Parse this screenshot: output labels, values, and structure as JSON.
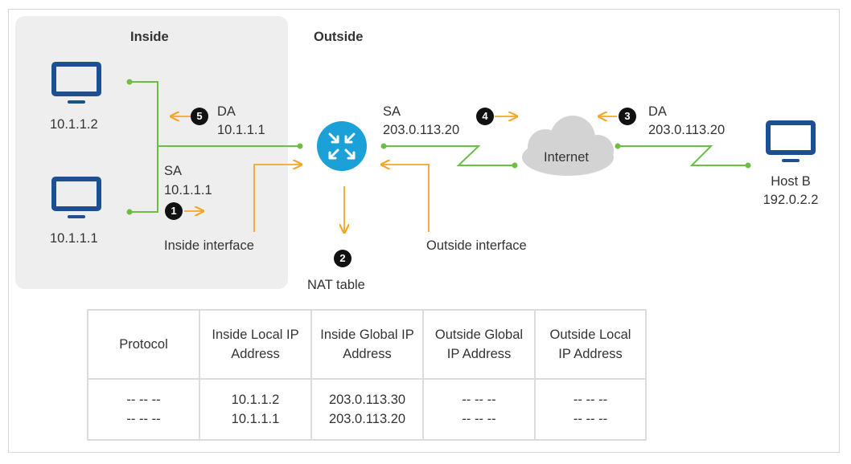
{
  "zones": {
    "inside": "Inside",
    "outside": "Outside"
  },
  "hosts": {
    "pc_top": "10.1.1.2",
    "pc_bottom": "10.1.1.1",
    "host_b_name": "Host B",
    "host_b_ip": "192.0.2.2"
  },
  "cloud": "Internet",
  "labels": {
    "da5": "DA",
    "da5_ip": "10.1.1.1",
    "sa1": "SA",
    "sa1_ip": "10.1.1.1",
    "sa4": "SA",
    "sa4_ip": "203.0.113.20",
    "da3": "DA",
    "da3_ip": "203.0.113.20",
    "inside_interface": "Inside interface",
    "outside_interface": "Outside interface",
    "nat_table": "NAT table"
  },
  "steps": {
    "s1": "1",
    "s2": "2",
    "s3": "3",
    "s4": "4",
    "s5": "5"
  },
  "colors": {
    "link": "#6cbe45",
    "flow": "#f5a623",
    "router": "#1ba0d7",
    "pc": "#1d4f91",
    "zone": "#eeeeee"
  },
  "nat_table": {
    "headers": [
      "Protocol",
      "Inside Local IP\nAddress",
      "Inside Global IP\nAddress",
      "Outside Global\nIP Address",
      "Outside Local\nIP Address"
    ],
    "cells": [
      "-- -- --\n-- -- --",
      "10.1.1.2\n10.1.1.1",
      "203.0.113.30\n203.0.113.20",
      "-- -- --\n-- -- --",
      "-- -- --\n-- -- --"
    ]
  }
}
